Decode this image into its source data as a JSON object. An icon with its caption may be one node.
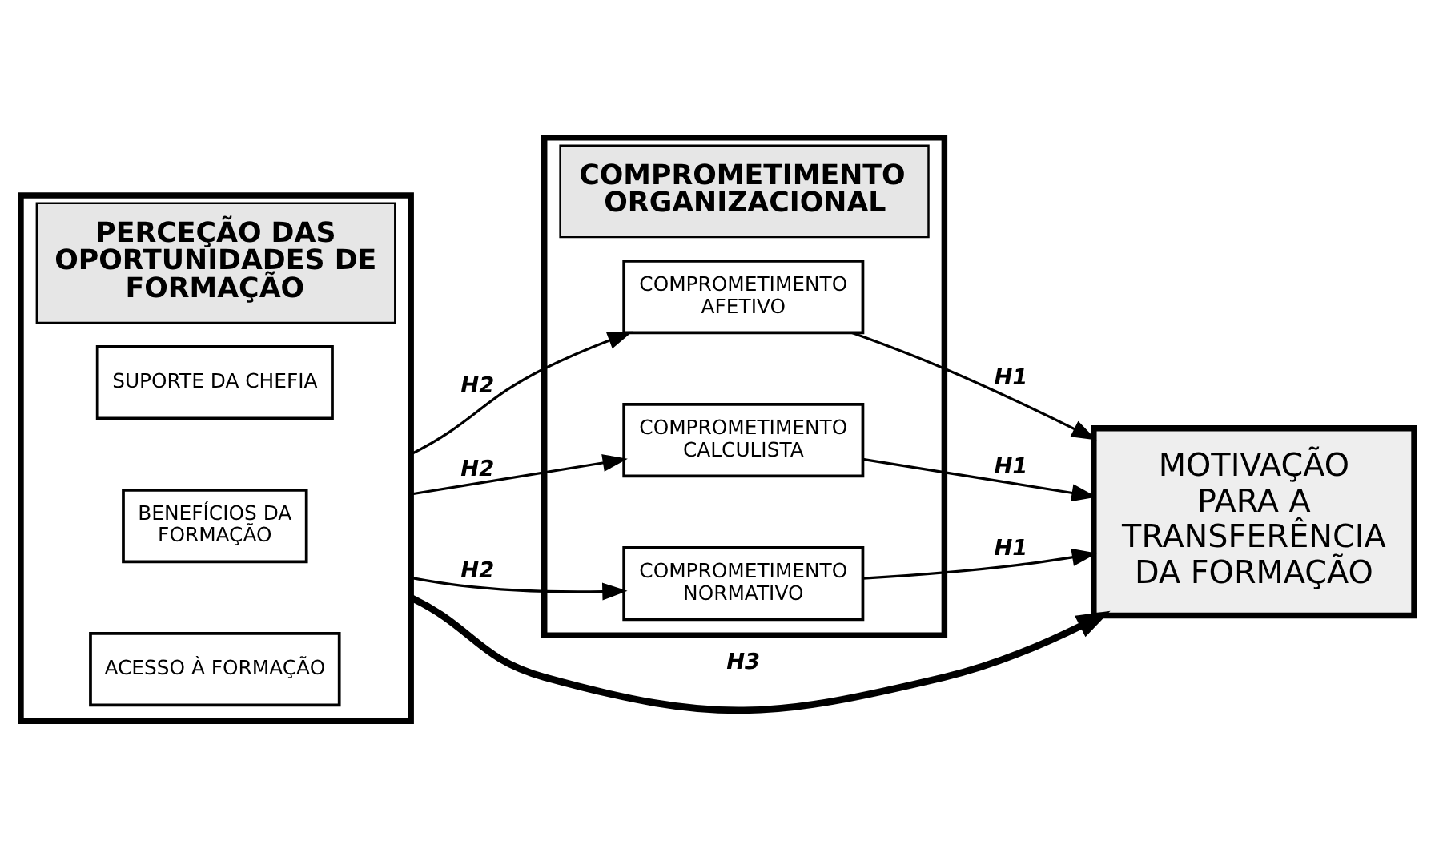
{
  "diagram": {
    "nodes": [
      {
        "text": [
          "PERCEÇÃO DAS OPORTUNIDADES DE FORMAÇÃO"
        ]
      },
      {
        "text": [
          "SUPORTE DA CHEFIA"
        ],
        "in": 0
      },
      {
        "text": [
          "BENEFÍCIOS DA FORMAÇÃO"
        ],
        "in": 0
      },
      {
        "text": [
          "ACESSO À FORMAÇÃO"
        ],
        "in": 0
      },
      {
        "text": [
          "COMPROMETIMENTO ORGANIZACIONAL"
        ]
      },
      {
        "text": [
          "COMPROMETIMENTO AFETIVO"
        ],
        "in": 4
      },
      {
        "text": [
          "COMPROMETIMENTO CALCULISTA"
        ],
        "in": 4
      },
      {
        "text": [
          "COMPROMETIMENTO NORMATIVO"
        ],
        "in": 4
      },
      {
        "text": [
          "MOTIVAÇÃO PARA A TRANSFERÊNCIA DA FORMAÇÃO"
        ]
      }
    ],
    "edges": [
      {
        "from": 0,
        "to": 5,
        "arrow": "to",
        "label": "H2"
      },
      {
        "from": 0,
        "to": 6,
        "arrow": "to",
        "label": "H2"
      },
      {
        "from": 0,
        "to": 7,
        "arrow": "to",
        "label": "H2"
      },
      {
        "from": 5,
        "to": 8,
        "arrow": "to",
        "label": "H1"
      },
      {
        "from": 6,
        "to": 8,
        "arrow": "to",
        "label": "H1"
      },
      {
        "from": 7,
        "to": 8,
        "arrow": "to",
        "label": "H1"
      },
      {
        "from": 0,
        "to": 8,
        "arrow": "to",
        "label": "H3",
        "style": "thick"
      }
    ]
  }
}
